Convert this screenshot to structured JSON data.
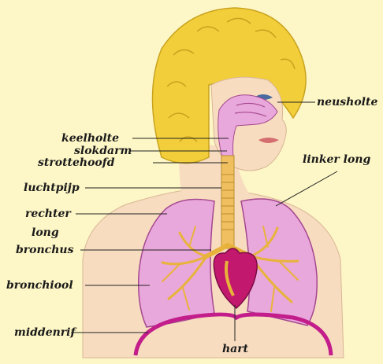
{
  "labels": {
    "neusholte": "neusholte",
    "keelholte": "keelholte",
    "slokdarm": "slokdarm",
    "strottehoofd": "strottehoofd",
    "linker_long": "linker long",
    "luchtpijp": "luchtpijp",
    "rechter_long_1": "rechter",
    "rechter_long_2": "long",
    "bronchus": "bronchus",
    "bronchiool": "bronchiool",
    "middenrif": "middenrif",
    "hart": "hart"
  },
  "colors": {
    "background": "#fdf6c6",
    "skin": "#f7dcc0",
    "hair": "#f2cf3a",
    "lung": "#e9a8dc",
    "airway": "#f0c060",
    "heart": "#c2186e",
    "diaphragm": "#c21d8a"
  }
}
